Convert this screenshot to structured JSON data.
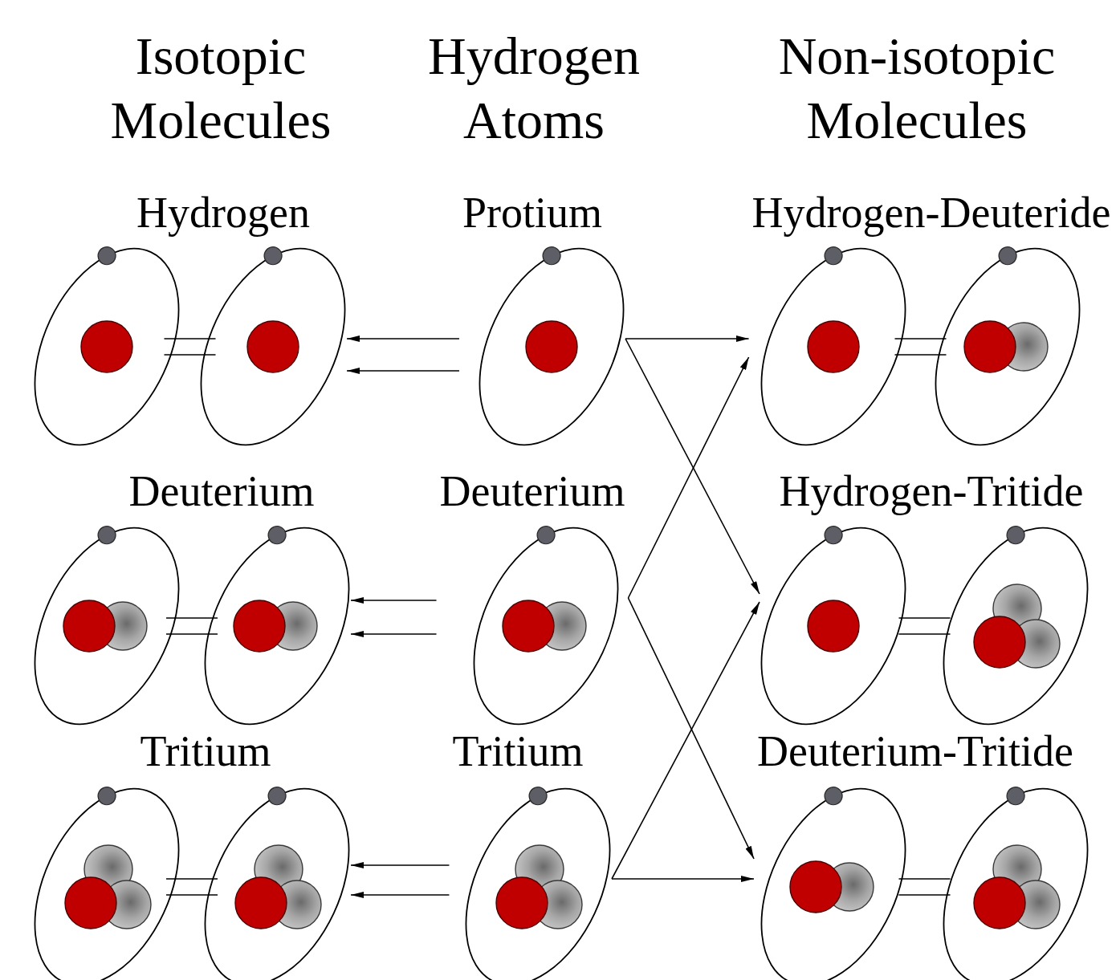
{
  "diagram": {
    "nodes": [
      {
        "text": [
          "Hydrogen"
        ]
      },
      {
        "text": [
          "Protium"
        ]
      },
      {
        "text": [
          "Hydrogen-Deuteride"
        ]
      },
      {
        "text": [
          "Deuterium"
        ]
      },
      {
        "text": [
          "Deuterium"
        ]
      },
      {
        "text": [
          "Hydrogen-Tritide"
        ]
      },
      {
        "text": [
          "Tritium"
        ]
      },
      {
        "text": [
          "Tritium"
        ]
      },
      {
        "text": [
          "Deuterium-Tritide"
        ]
      }
    ],
    "edges": [
      {
        "from": 1,
        "to": 0,
        "arrow": "to"
      },
      {
        "from": 1,
        "to": 0,
        "arrow": "to"
      },
      {
        "from": 4,
        "to": 3,
        "arrow": "to"
      },
      {
        "from": 4,
        "to": 3,
        "arrow": "to"
      },
      {
        "from": 7,
        "to": 6,
        "arrow": "to"
      },
      {
        "from": 7,
        "to": 6,
        "arrow": "to"
      },
      {
        "from": 1,
        "to": 2,
        "arrow": "to"
      },
      {
        "from": 1,
        "to": 5,
        "arrow": "to"
      },
      {
        "from": 4,
        "to": 2,
        "arrow": "to"
      },
      {
        "from": 4,
        "to": 8,
        "arrow": "to"
      },
      {
        "from": 7,
        "to": 8,
        "arrow": "to"
      },
      {
        "from": 7,
        "to": 5,
        "arrow": "to"
      }
    ],
    "labels": [
      "Isotopic Molecules",
      "Hydrogen Atoms",
      "Non-isotopic Molecules"
    ]
  }
}
